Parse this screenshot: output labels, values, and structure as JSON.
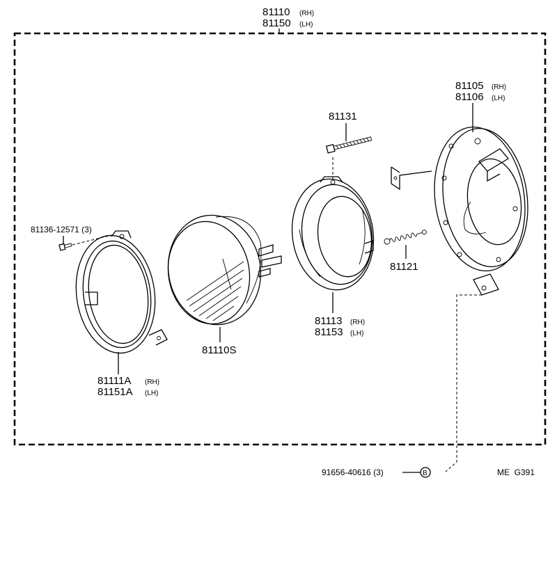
{
  "title": {
    "main_rh": "81110",
    "tag_rh": "(RH)",
    "main_lh": "81150",
    "tag_lh": "(LH)"
  },
  "parts": {
    "screw_top": "81131",
    "housing_main_rh": "81105",
    "housing_tag_rh": "(RH)",
    "housing_main_lh": "81106",
    "housing_tag_lh": "(LH)",
    "screw_left": "81136-12571 (3)",
    "spring": "81121",
    "bulb": "81110S",
    "mount_main_rh": "81113",
    "mount_tag_rh": "(RH)",
    "mount_main_lh": "81153",
    "mount_tag_lh": "(LH)",
    "rim_main_rh": "81111A",
    "rim_tag_rh": "(RH)",
    "rim_main_lh": "81151A",
    "rim_tag_lh": "(LH)",
    "bolt": "91656-40616 (3)",
    "ref_marker": "B"
  },
  "code": "ME  G391"
}
